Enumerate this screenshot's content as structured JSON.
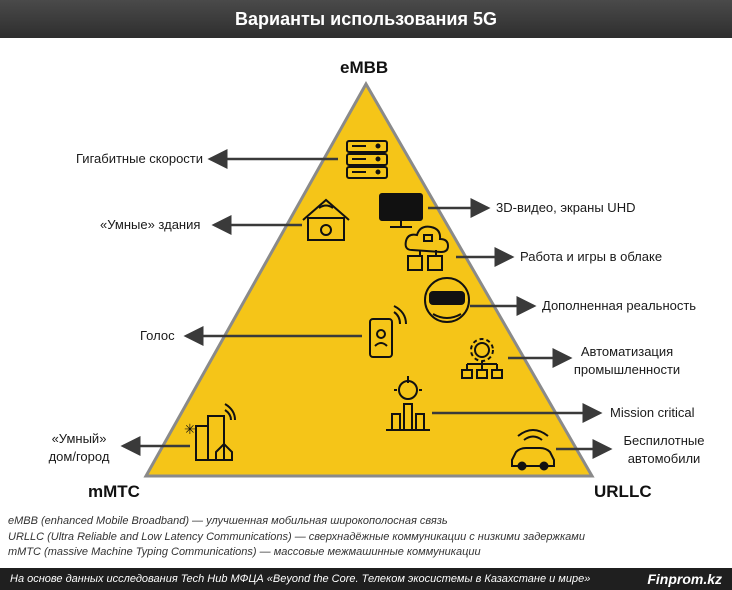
{
  "header": {
    "title": "Варианты использования 5G"
  },
  "vertices": {
    "top": "eMBB",
    "left": "mMTC",
    "right": "URLLC"
  },
  "labels": {
    "gigabit": "Гигабитные скорости",
    "smart_buildings": "«Умные» здания",
    "voice": "Голос",
    "smart_home": "«Умный»\nдом/город",
    "video3d": "3D-видео, экраны UHD",
    "cloud": "Работа и игры в облаке",
    "ar": "Дополненная реальность",
    "automation": "Автоматизация\nпромышленности",
    "mission": "Mission critical",
    "drones": "Беспилотные\nавтомобили"
  },
  "legend": [
    "eMBB (enhanced Mobile Broadband) — улучшенная мобильная широкополосная связь",
    "URLLC (Ultra Reliable and Low Latency Communications) — сверхнадёжные коммуникации с низкими задержками",
    "mMTC (massive Machine Typing Communications) — массовые межмашинные коммуникации"
  ],
  "footer": {
    "source": "На основе данных исследования Tech Hub МФЦА «Beyond the Core. Телеком экосистемы в Казахстане и мире»",
    "brand": "Finprom.kz"
  },
  "colors": {
    "triangle": "#f5c518",
    "outline": "#1a1a1a",
    "arrow": "#3a3a3a",
    "header": "#3a3a3a"
  }
}
